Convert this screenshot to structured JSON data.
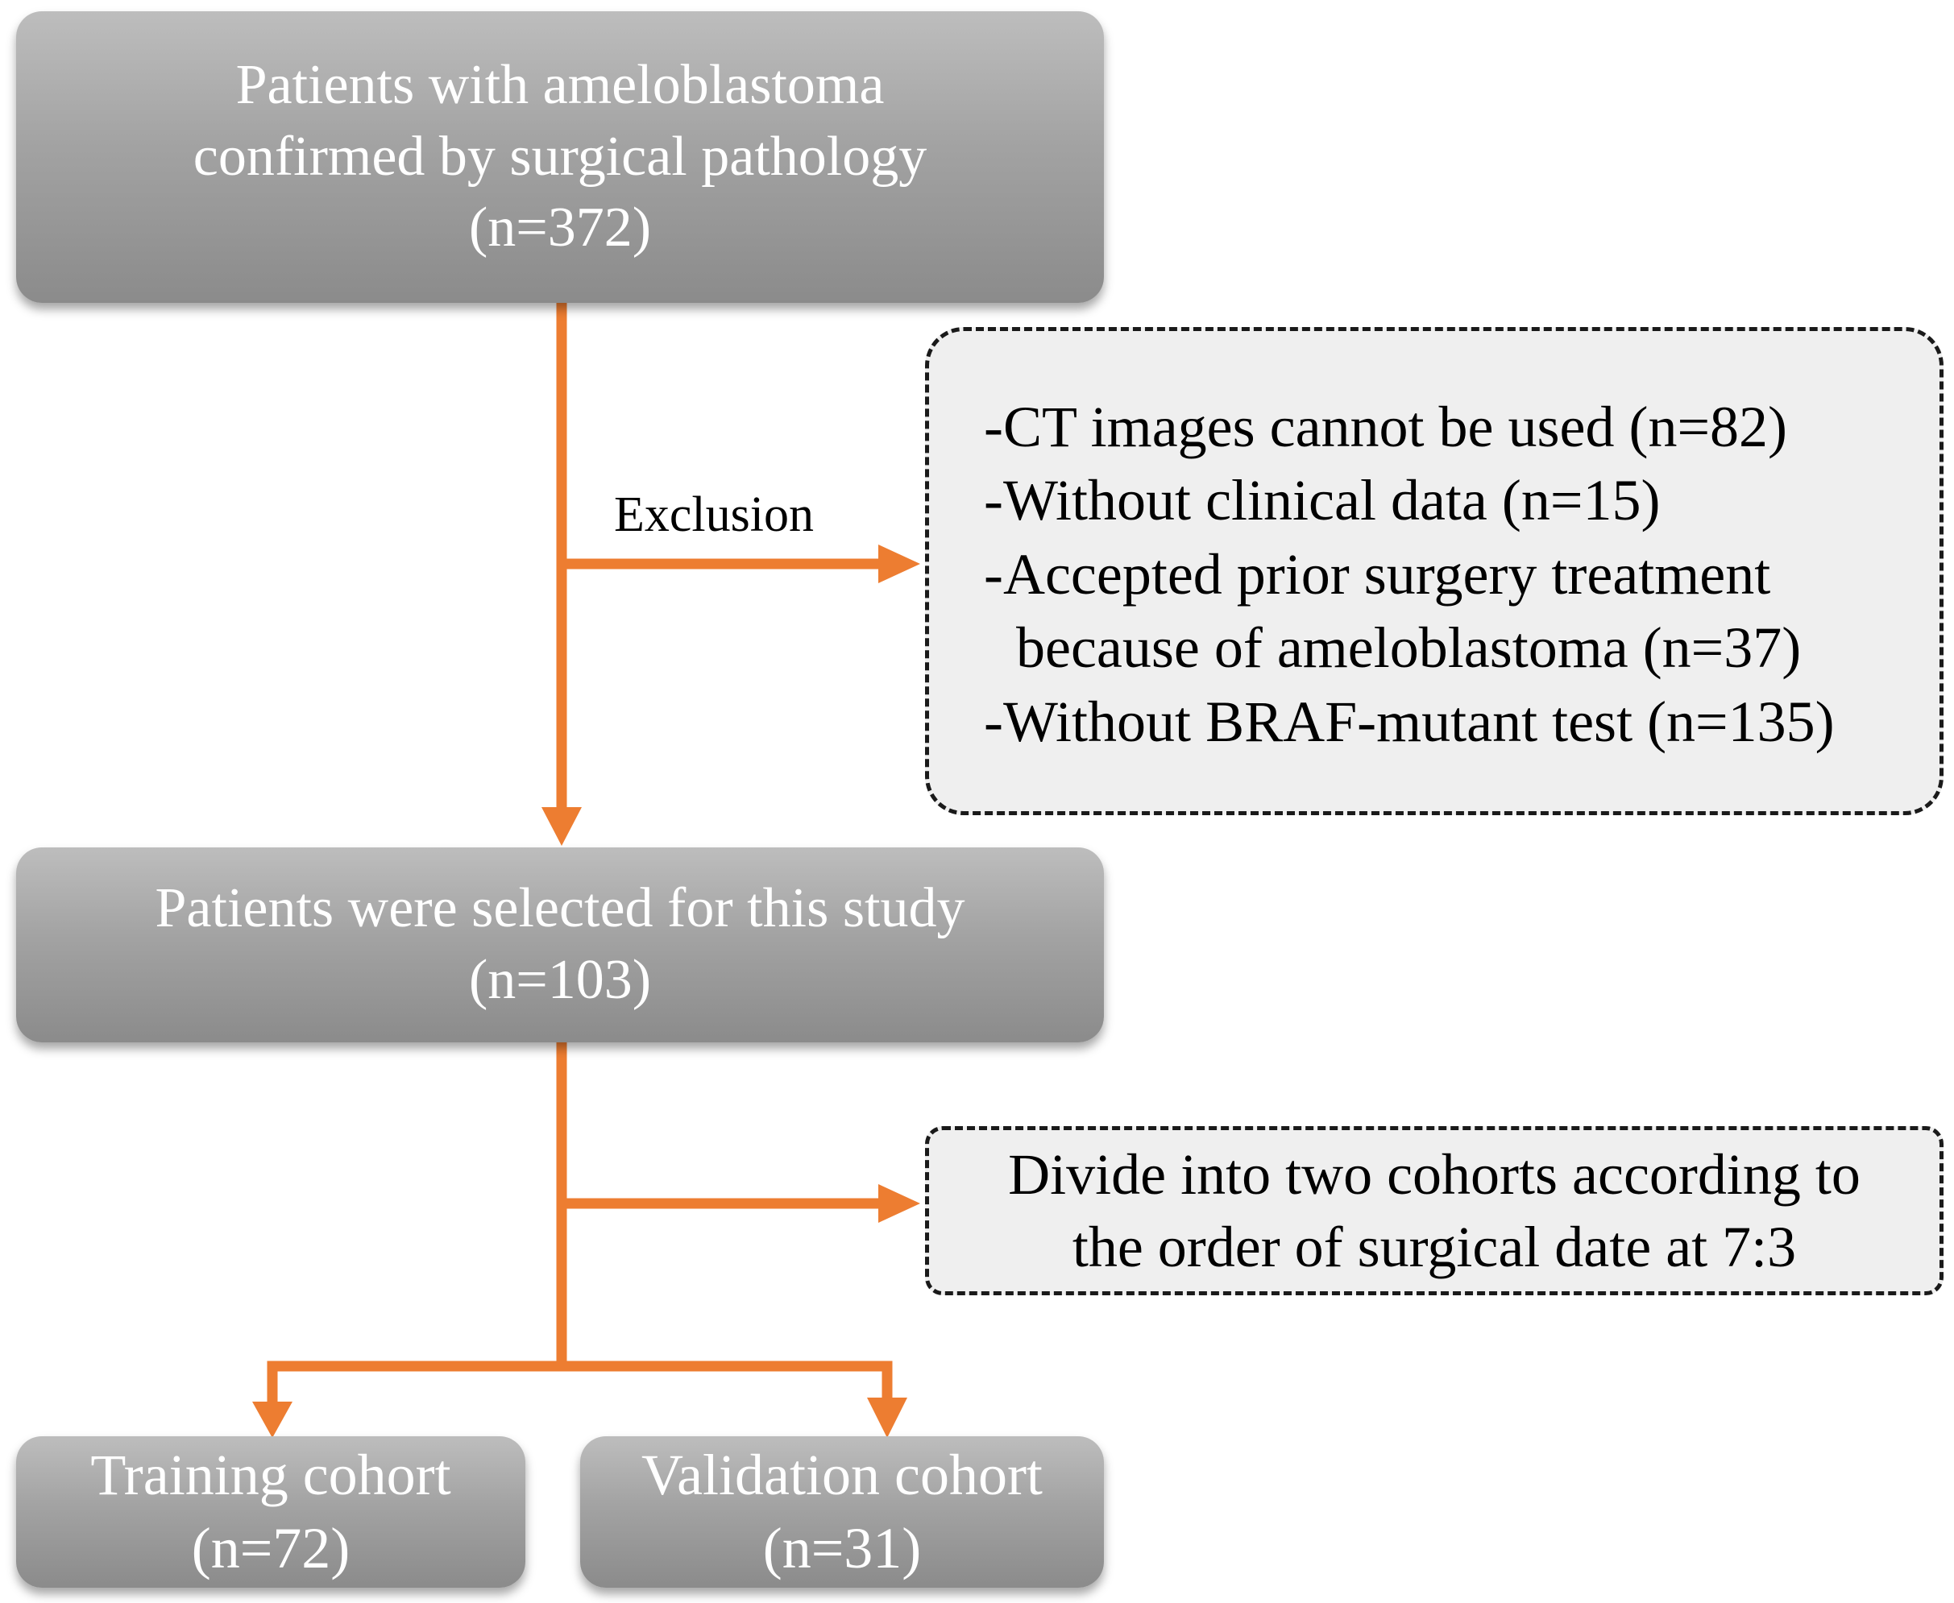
{
  "colors": {
    "arrow": "#ed7d31",
    "box_fill": "#a3a3a3",
    "note_fill": "#efefef",
    "note_border": "#1a1a1a"
  },
  "boxes": {
    "patients": {
      "lines": [
        "Patients with ameloblastoma",
        "confirmed by surgical pathology",
        "(n=372)"
      ]
    },
    "selected": {
      "lines": [
        "Patients were selected for this study",
        "(n=103)"
      ]
    },
    "training": {
      "lines": [
        "Training cohort",
        "(n=72)"
      ]
    },
    "validation": {
      "lines": [
        "Validation cohort",
        "(n=31)"
      ]
    }
  },
  "exclusion": {
    "label": "Exclusion",
    "items": [
      "-CT images cannot be used (n=82)",
      "-Without clinical data (n=15)",
      "-Accepted prior surgery treatment",
      "because of ameloblastoma (n=37)",
      "-Without BRAF-mutant test (n=135)"
    ]
  },
  "divide": {
    "lines": [
      "Divide into two cohorts according to",
      "the order of surgical date at 7:3"
    ]
  }
}
